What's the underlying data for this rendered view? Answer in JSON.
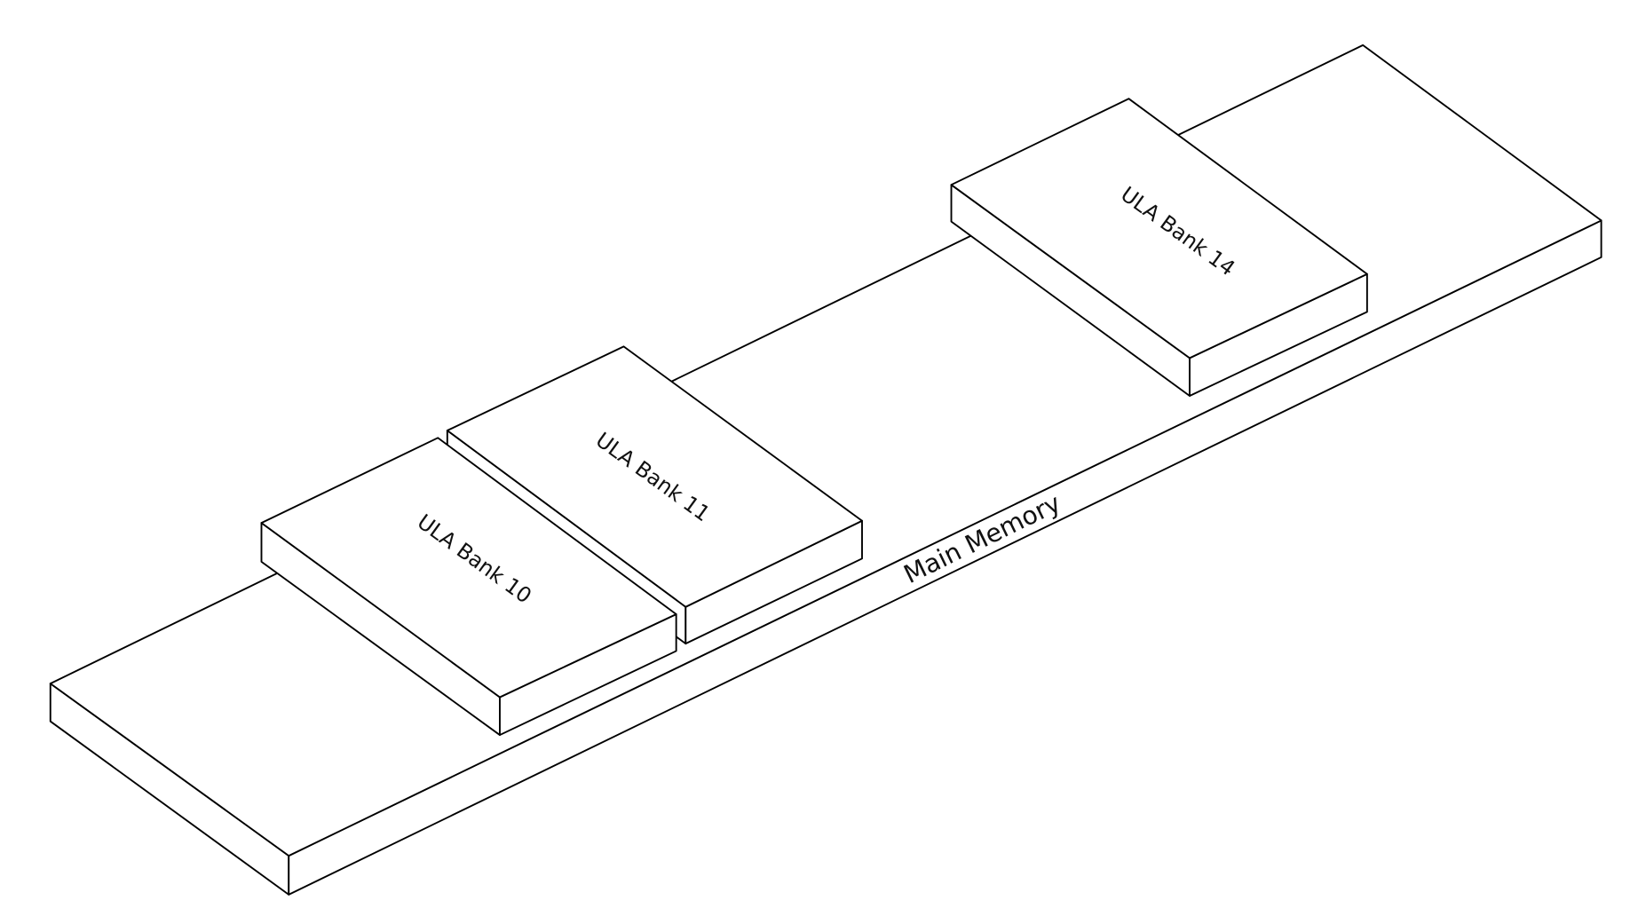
{
  "diagram": {
    "base": {
      "label": "Main Memory"
    },
    "banks": [
      {
        "label": "ULA Bank 10"
      },
      {
        "label": "ULA Bank 11"
      },
      {
        "label": "ULA Bank 14"
      }
    ]
  }
}
